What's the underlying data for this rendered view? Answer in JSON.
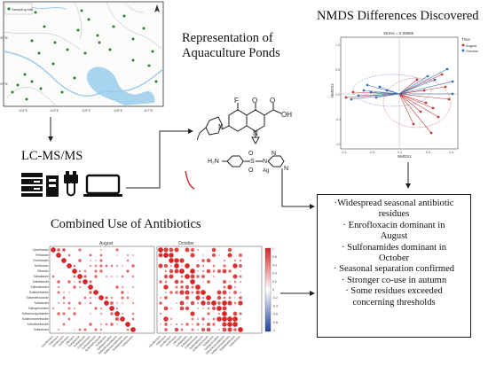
{
  "map": {
    "legend": [
      "Sampling site"
    ],
    "lat_ticks": [
      "30°N",
      "29°N"
    ],
    "lon_ticks": [
      "113°E",
      "114°E",
      "115°E",
      "116°E",
      "117°E"
    ]
  },
  "headings": {
    "representation_line1": "Representation of",
    "representation_line2": "Aquaculture Ponds",
    "nmds": "NMDS Differences Discovered",
    "lcms": "LC-MS/MS",
    "combined": "Combined Use of Antibiotics"
  },
  "molecules": {
    "enrofloxacin_labels": [
      "F",
      "O",
      "O",
      "OH",
      "N",
      "N"
    ],
    "sulfonamide_labels": [
      "H₂N",
      "O",
      "S",
      "O",
      "N",
      "Ag",
      "N",
      "N"
    ]
  },
  "nmds_plot": {
    "title": "Stress = 0.09566",
    "xlabel": "NMDS1",
    "ylabel": "NMDS2",
    "legend_title": "Time",
    "legend_items": [
      {
        "label": "August",
        "color": "#c23b3b"
      },
      {
        "label": "October",
        "color": "#3b6fb0"
      }
    ],
    "x_ticks": [
      "-1.0",
      "-0.5",
      "0.0",
      "0.5",
      "1.0"
    ],
    "y_ticks": [
      "1.0",
      "0.5",
      "0.0",
      "-0.5",
      "-1.0"
    ]
  },
  "findings": [
    "·Widespread seasonal antibiotic",
    "residues",
    "· Enrofloxacin dominant in",
    "August",
    "· Sulfonamides dominant in",
    "October",
    "· Seasonal separation confirmed",
    "· Stronger co-use in autumn",
    "· Some residues exceeded",
    "concerning thresholds"
  ],
  "heatmaps": {
    "panels": [
      "August",
      "October"
    ],
    "row_labels": [
      "Ciprofloxacin",
      "Pefloxacin",
      "Enrofloxacin",
      "Norfloxacin",
      "Ofloxacin",
      "Sulfadiazine",
      "Sulfathiazole",
      "Sulfamerazine",
      "Sulfamethazine",
      "Sulfamethoxazole",
      "Sulfadoxine",
      "Sulfaquinoxaline",
      "Sulfachloropyridazine",
      "Sulfamonomethoxine",
      "Sulfadimethoxine",
      "Sulfaclozine"
    ],
    "colorbar_ticks": [
      "1",
      "0.8",
      "0.6",
      "0.4",
      "0.2",
      "0",
      "-0.2",
      "-0.4",
      "-0.6",
      "-0.8",
      "-1"
    ],
    "positive_color": "#d62728",
    "negative_color": "#1f3f9e"
  },
  "colors": {
    "arrow": "#222222",
    "water": "#a8d4f0",
    "site": "#2e7d32"
  }
}
